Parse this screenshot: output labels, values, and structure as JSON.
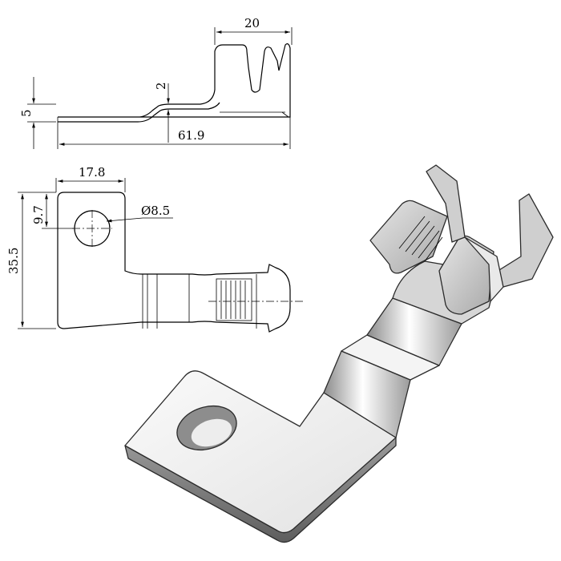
{
  "dimensions": {
    "crimp_width": "20",
    "total_length": "61.9",
    "offset_height": "5",
    "thickness": "2",
    "tab_width": "17.8",
    "hole_center": "9.7",
    "hole_diameter": "Ø8.5",
    "overall_height": "35.5"
  },
  "colors": {
    "line": "#000000",
    "metal_light": "#f2f2f2",
    "metal_mid": "#bdbdbd",
    "metal_dark": "#6e6e6e"
  },
  "icons": {
    "arrow": "dimension-arrowhead"
  }
}
